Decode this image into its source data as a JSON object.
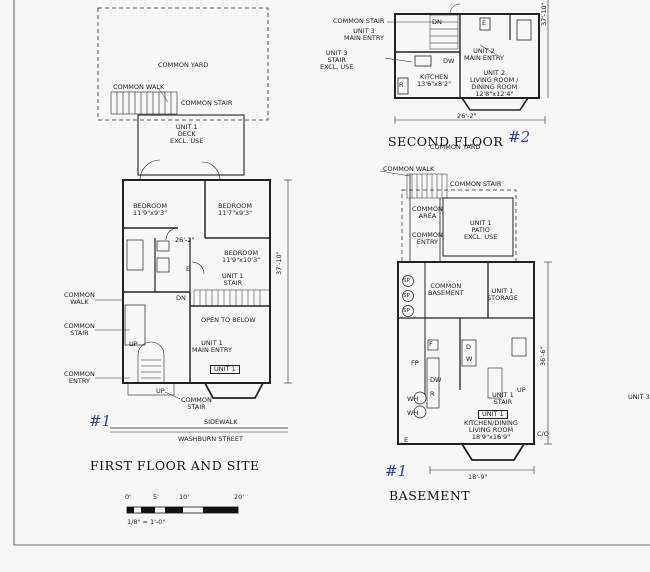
{
  "first_floor": {
    "title": "FIRST FLOOR AND SITE",
    "mark": "#1",
    "common_yard": "COMMON YARD",
    "common_walk_top": "COMMON WALK",
    "common_stair_top": "COMMON STAIR",
    "deck": "UNIT 1\nDECK\nEXCL. USE",
    "bedroom1": "BEDROOM\n11'9\"x9'3\"",
    "bedroom2": "BEDROOM\n11'7\"x9'3\"",
    "bedroom3": "BEDROOM\n11'9\"x10'3\"",
    "unit1_stair": "UNIT 1\nSTAIR",
    "open_to_below": "OPEN TO BELOW",
    "main_entry": "UNIT 1\nMAIN ENTRY",
    "unit_tag": "UNIT 1",
    "dim_width": "26'-2\"",
    "dim_depth": "37'-10\"",
    "dn": "DN",
    "up1": "UP",
    "up2": "UP",
    "e": "E",
    "common_walk_side": "COMMON\nWALK",
    "common_stair_side": "COMMON\nSTAIR",
    "common_entry": "COMMON\nENTRY",
    "common_stair_bottom": "COMMON\nSTAIR",
    "sidewalk": "SIDEWALK",
    "street": "WASHBURN STREET"
  },
  "scale_bar": {
    "ticks": [
      "0'",
      "5'",
      "10'",
      "20'"
    ],
    "note": "1/8\" = 1'-0\""
  },
  "second_floor": {
    "title": "SECOND FLOOR",
    "mark": "#2",
    "common_stair": "COMMON STAIR",
    "unit3_main_entry": "UNIT 3\nMAIN ENTRY",
    "unit3_stair": "UNIT 3\nSTAIR\nEXCL. USE",
    "unit2_main_entry": "UNIT 2\nMAIN ENTRY",
    "kitchen": "KITCHEN\n13'6\"x8'2\"",
    "living": "UNIT 2\nLIVING ROOM /\nDINING ROOM\n12'8\"x12'4\"",
    "dim_width": "26'-2\"",
    "dim_depth": "37'-10\"",
    "dn": "DN",
    "dw": "DW",
    "r": "R",
    "e": "E"
  },
  "basement": {
    "title": "BASEMENT",
    "mark": "#1",
    "common_yard": "COMMON YARD",
    "common_walk": "COMMON WALK",
    "common_stair": "COMMON STAIR",
    "common_area": "COMMON\nAREA",
    "common_entry": "COMMON\nENTRY",
    "patio": "UNIT 1\nPATIO\nEXCL. USE",
    "common_basement": "COMMON\nBASEMENT",
    "storage": "UNIT 1\nSTORAGE",
    "unit1_stair": "UNIT 1\nSTAIR",
    "unit_tag": "UNIT 1",
    "kitchen_living": "KITCHEN/DINING\nLIVING ROOM\n18'9\"x16'9\"",
    "sp": "SP",
    "fp": "FP",
    "wh1": "WH",
    "wh2": "WH",
    "dw": "DW",
    "r": "R",
    "f": "F",
    "d": "D",
    "w": "W",
    "e": "E",
    "up": "UP",
    "co": "C/O",
    "dim_width": "18'-9\"",
    "dim_depth": "36'-6\""
  },
  "edge_label": "UNIT 3"
}
